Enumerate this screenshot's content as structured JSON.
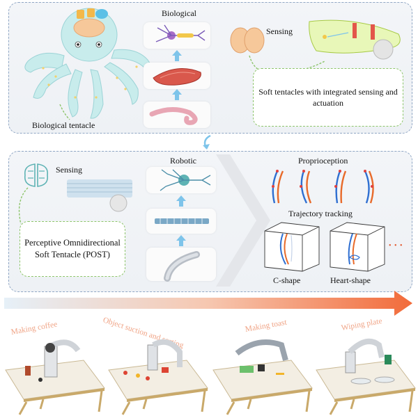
{
  "top_panel": {
    "title": "Biological",
    "octopus_label": "Biological tentacle",
    "sensing_label": "Sensing",
    "description": "Soft tentacles with integrated sensing and actuation"
  },
  "middle_panel": {
    "title": "Robotic",
    "sensing_label": "Sensing",
    "post_label": "Perceptive Omnidirectional Soft Tentacle (POST)",
    "proprioception_label": "Proprioception",
    "trajectory_label": "Trajectory tracking",
    "c_shape_label": "C-shape",
    "heart_shape_label": "Heart-shape",
    "ellipsis": "• • •"
  },
  "applications": [
    {
      "label": "Making coffee"
    },
    {
      "label": "Object suction and sorting"
    },
    {
      "label": "Making toast"
    },
    {
      "label": "Wiping plate"
    }
  ],
  "colors": {
    "panel_border": "#8fa6c4",
    "green_dash": "#8cc46a",
    "arrow_blue": "#7ec4ea",
    "scene_text": "#f0a486",
    "big_arrow": "#f26b3a"
  }
}
